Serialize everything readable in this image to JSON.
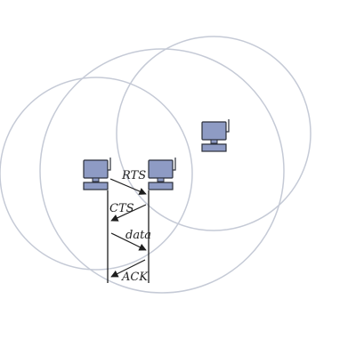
{
  "colors": {
    "range_circle": "#c5cad6",
    "station_body": "#8e9bc4",
    "station_outline": "#2b2f3a",
    "timeline": "#1e1e1e",
    "arrow": "#1e1e1e"
  },
  "stations": [
    {
      "id": "sender",
      "icon": "computer-icon"
    },
    {
      "id": "receiver",
      "icon": "computer-icon"
    },
    {
      "id": "hidden",
      "icon": "computer-icon"
    }
  ],
  "messages": {
    "rts": "RTS",
    "cts": "CTS",
    "data": "data",
    "ack": "ACK"
  }
}
